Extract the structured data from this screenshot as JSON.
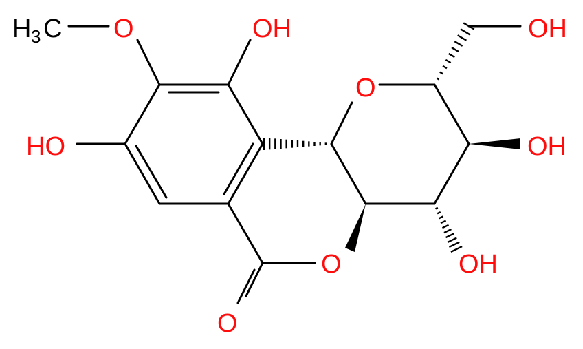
{
  "colors": {
    "bond": "#000000",
    "oxygen": "#ff0d0d",
    "carbon_label": "#000000"
  },
  "labels": {
    "methyl_h": "H",
    "methyl_sub": "3",
    "methyl_c": "C",
    "methoxy_o": "O",
    "oh_c10": "OH",
    "oh_c8": "HO",
    "ring_o_pyran": "O",
    "oh_ch2": "OH",
    "oh_c3": "OH",
    "oh_c4": "OH",
    "lactone_o": "O",
    "carbonyl_o": "O"
  }
}
